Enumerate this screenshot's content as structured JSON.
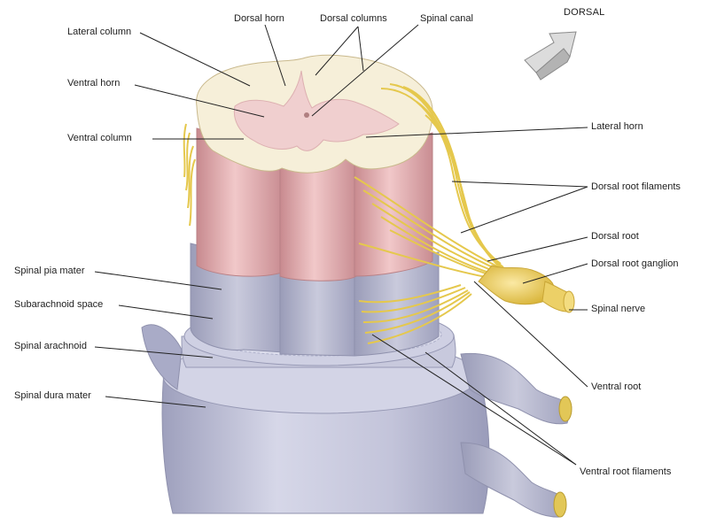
{
  "orientation": {
    "label": "DORSAL",
    "icon": "arrow-up-right-icon"
  },
  "labels": {
    "lateral_column": "Lateral column",
    "dorsal_horn": "Dorsal horn",
    "dorsal_columns": "Dorsal columns",
    "spinal_canal": "Spinal canal",
    "ventral_horn": "Ventral horn",
    "ventral_column": "Ventral column",
    "lateral_horn": "Lateral horn",
    "dorsal_root_filaments": "Dorsal root filaments",
    "dorsal_root": "Dorsal root",
    "dorsal_root_ganglion": "Dorsal root ganglion",
    "spinal_nerve": "Spinal nerve",
    "spinal_pia_mater": "Spinal pia mater",
    "subarachnoid_space": "Subarachnoid space",
    "spinal_arachnoid": "Spinal arachnoid",
    "spinal_dura_mater": "Spinal dura mater",
    "ventral_root": "Ventral root",
    "ventral_root_filaments": "Ventral root filaments"
  },
  "colors": {
    "white_matter": "#f6efd9",
    "gray_matter": "#f0cfcf",
    "column": "#e3adb0",
    "pia": "#babccf",
    "dura": "#c2c3d8",
    "nerve": "#edd25e"
  }
}
